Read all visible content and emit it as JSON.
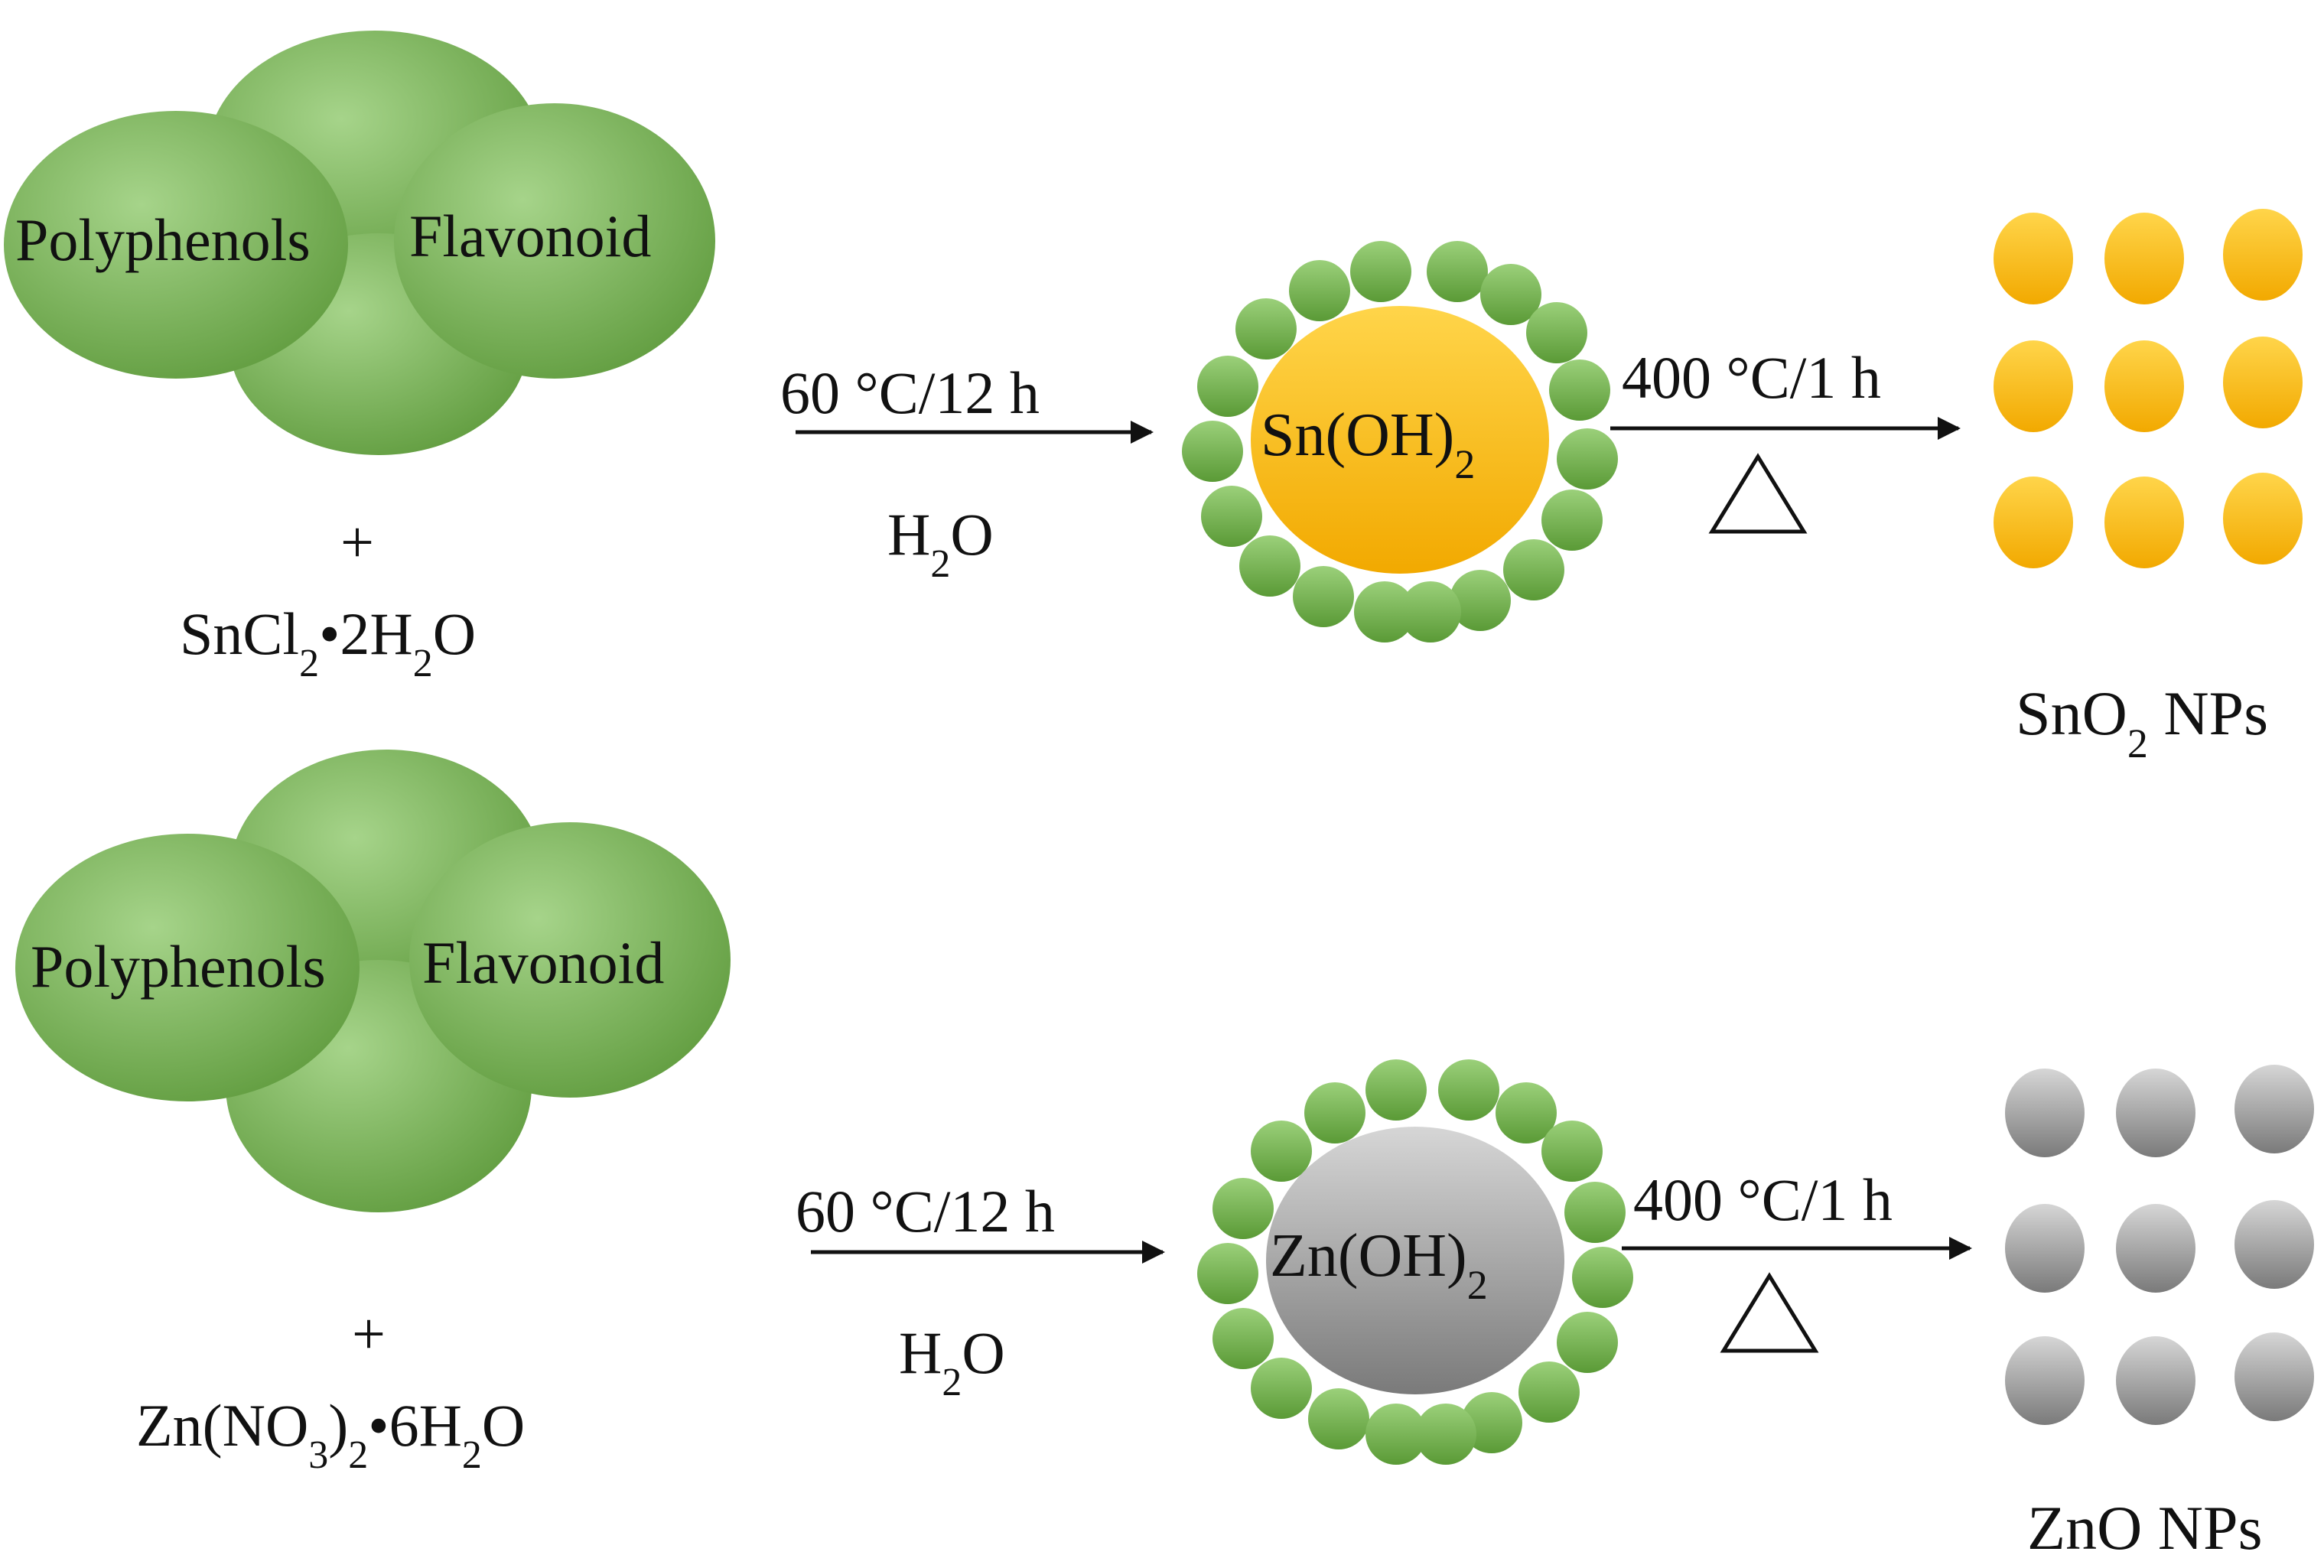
{
  "colors": {
    "leaf_green_light": "#a6d48a",
    "leaf_green_dark": "#5e9a3c",
    "tin_yellow_light": "#ffd54a",
    "tin_yellow_dark": "#f2a900",
    "zinc_gray_light": "#d6d6d6",
    "zinc_gray_dark": "#7a7a7a",
    "arrow": "#111111"
  },
  "rows": [
    {
      "id": "tin",
      "extract_labels": [
        "Polyphenols",
        "Flavonoid"
      ],
      "plus": "+",
      "precursor": {
        "pre": "SnCl",
        "sub1": "2",
        "mid": "•2H",
        "sub2": "2",
        "post": "O"
      },
      "step1": {
        "condition": "60 °C/12 h",
        "solvent_pre": "H",
        "solvent_sub": "2",
        "solvent_post": "O"
      },
      "intermediate": {
        "pre": "Sn(OH)",
        "sub": "2"
      },
      "step2": {
        "condition": "400 °C/1 h",
        "heat_symbol": "△"
      },
      "product": {
        "pre": "SnO",
        "sub": "2",
        "post": " NPs"
      }
    },
    {
      "id": "zinc",
      "extract_labels": [
        "Polyphenols",
        "Flavonoid"
      ],
      "plus": "+",
      "precursor": {
        "pre": "Zn(NO",
        "sub1": "3",
        "mid": ")",
        "sub2": "2",
        "post": "•6H",
        "sub3": "2",
        "end": "O"
      },
      "step1": {
        "condition": "60 °C/12 h",
        "solvent_pre": "H",
        "solvent_sub": "2",
        "solvent_post": "O"
      },
      "intermediate": {
        "pre": "Zn(OH)",
        "sub": "2"
      },
      "step2": {
        "condition": "400 °C/1 h",
        "heat_symbol": "△"
      },
      "product": {
        "pre": "ZnO NPs",
        "sub": "",
        "post": ""
      }
    }
  ]
}
